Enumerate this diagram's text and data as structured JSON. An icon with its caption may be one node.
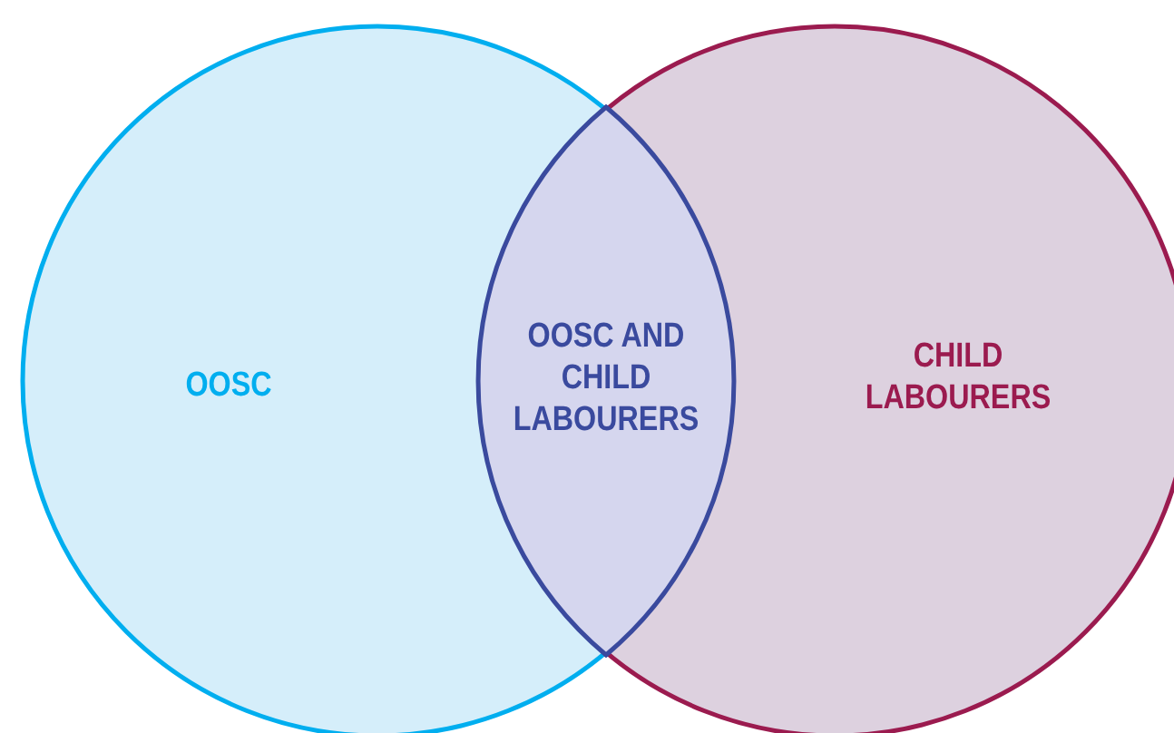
{
  "diagram": {
    "nodes": [
      {
        "text": [
          "OOSC"
        ]
      },
      {
        "text": [
          "OOSC AND CHILD LABOURERS"
        ]
      },
      {
        "text": [
          "CHILD LABOURERS"
        ]
      }
    ]
  }
}
